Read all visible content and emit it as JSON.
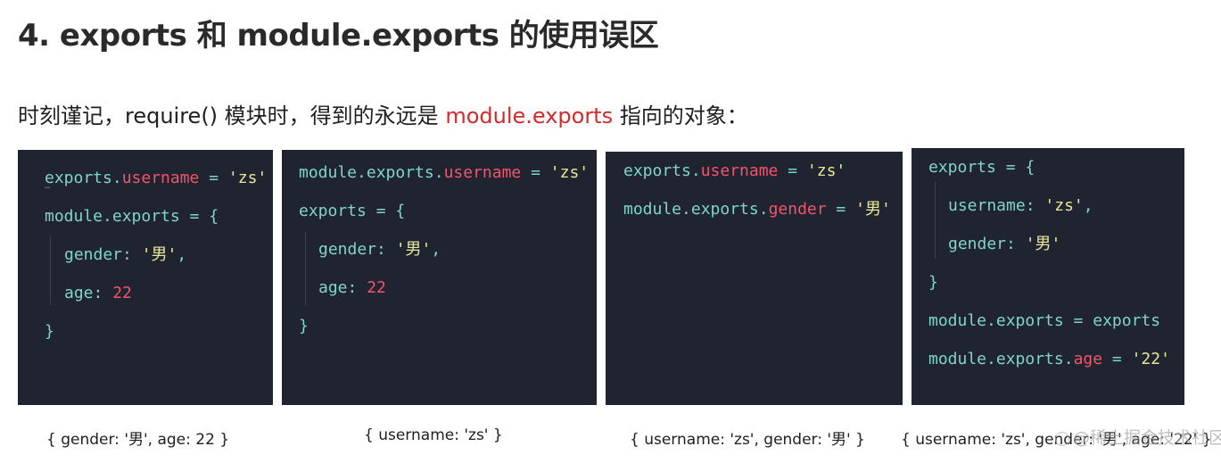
{
  "title": "4. exports 和 module.exports 的使用误区",
  "intro": {
    "prefix": "时刻谨记，require() 模块时，得到的永远是 ",
    "highlight": "module.exports",
    "suffix": " 指向的对象："
  },
  "panels": [
    {
      "lines": [
        [
          "exports",
          ".",
          "username",
          " = ",
          "'zs'"
        ],
        [
          "module.exports = {"
        ],
        [
          "gender",
          ": ",
          "'男'",
          ","
        ],
        [
          "age",
          ": ",
          "22"
        ],
        [
          "}"
        ]
      ],
      "ellipsis": "…",
      "result": "{ gender: '男', age: 22 }"
    },
    {
      "lines": [
        [
          "module.exports",
          ".",
          "username",
          " = ",
          "'zs'"
        ],
        [
          "exports = {"
        ],
        [
          "gender",
          ": ",
          "'男'",
          ","
        ],
        [
          "age",
          ": ",
          "22"
        ],
        [
          "}"
        ]
      ],
      "result": "{ username: 'zs' }"
    },
    {
      "lines": [
        [
          "exports",
          ".",
          "username",
          " = ",
          "'zs'"
        ],
        [
          "module.exports",
          ".",
          "gender",
          " = ",
          "'男'"
        ]
      ],
      "result": "{ username: 'zs', gender: '男' }"
    },
    {
      "lines": [
        [
          "exports = {"
        ],
        [
          "username",
          ": ",
          "'zs'",
          ","
        ],
        [
          "gender",
          ": ",
          "'男'"
        ],
        [
          "}"
        ],
        [
          "module.exports = exports"
        ],
        [
          "module.exports",
          ".",
          "age",
          " = ",
          "'22'"
        ]
      ],
      "result": "{ username: 'zs', gender: '男', age: '22' }"
    }
  ],
  "watermark": "@稀土掘金技术社区",
  "colors": {
    "panel_bg": "#1f2430",
    "code_plain": "#7fd6c6",
    "code_property": "#f2546b",
    "code_string": "#e9e79a",
    "highlight_red": "#d42a2a"
  }
}
